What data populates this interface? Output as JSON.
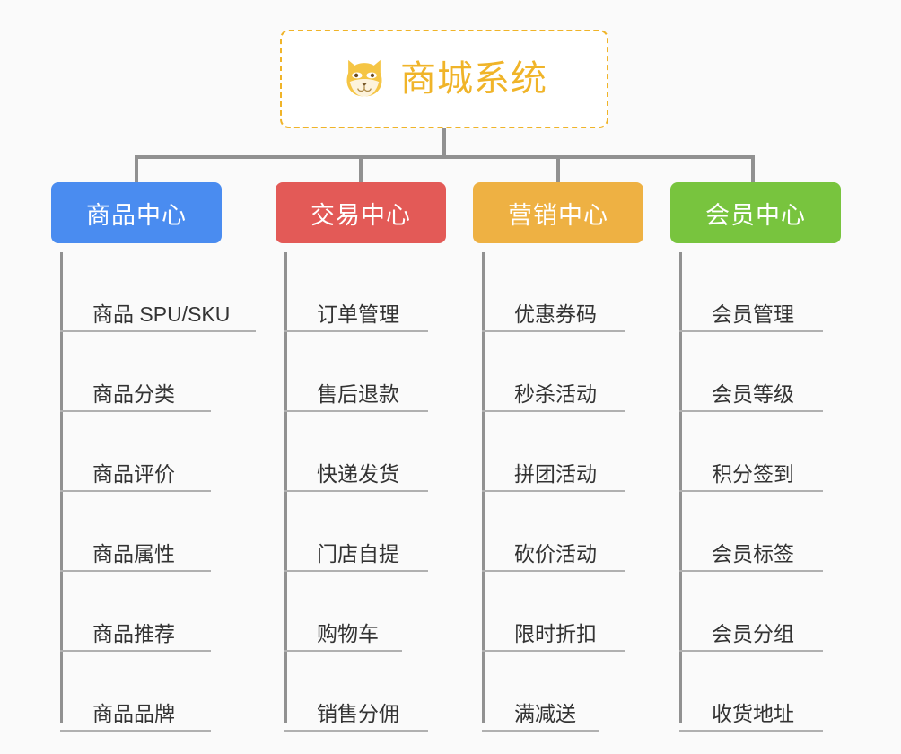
{
  "page": {
    "background_color": "#fafafa",
    "title": "商城系统",
    "diagram_type": "mind-map"
  },
  "root": {
    "label": "商城系统",
    "icon": "shiba-dog-face-icon",
    "text_color": "#f0b429",
    "border_color": "#f0b429",
    "background_color": "#ffffff"
  },
  "connector_color": "#919191",
  "branches": [
    {
      "id": "product-center",
      "label": "商品中心",
      "color": "#4a8cf0",
      "text_color": "#ffffff",
      "items": [
        "商品 SPU/SKU",
        "商品分类",
        "商品评价",
        "商品属性",
        "商品推荐",
        "商品品牌"
      ]
    },
    {
      "id": "trade-center",
      "label": "交易中心",
      "color": "#e35a57",
      "text_color": "#ffffff",
      "items": [
        "订单管理",
        "售后退款",
        "快递发货",
        "门店自提",
        "购物车",
        "销售分佣"
      ]
    },
    {
      "id": "marketing-center",
      "label": "营销中心",
      "color": "#eeb143",
      "text_color": "#ffffff",
      "items": [
        "优惠券码",
        "秒杀活动",
        "拼团活动",
        "砍价活动",
        "限时折扣",
        "满减送"
      ]
    },
    {
      "id": "member-center",
      "label": "会员中心",
      "color": "#78c43e",
      "text_color": "#ffffff",
      "items": [
        "会员管理",
        "会员等级",
        "积分签到",
        "会员标签",
        "会员分组",
        "收货地址"
      ]
    }
  ]
}
